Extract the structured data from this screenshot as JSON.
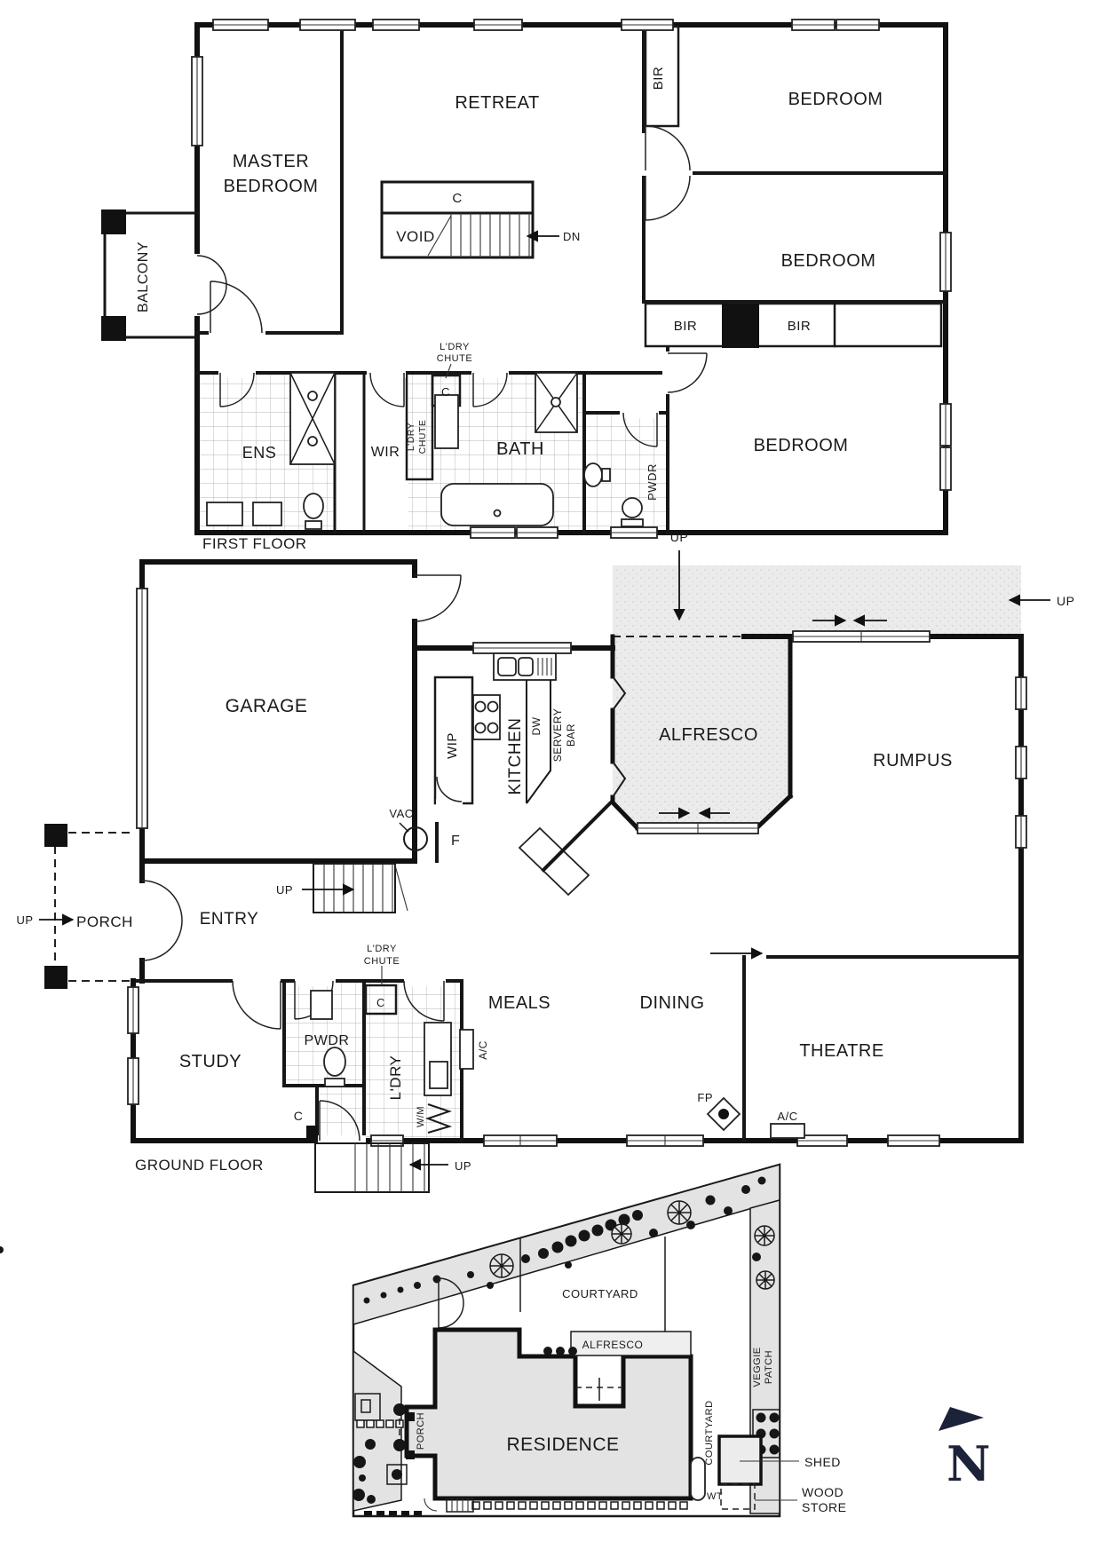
{
  "document": {
    "kind": "residential floor plan drawing"
  },
  "first_floor": {
    "section_label": "FIRST FLOOR",
    "master_bedroom_line1": "MASTER",
    "master_bedroom_line2": "BEDROOM",
    "retreat": "RETREAT",
    "bedroom": "BEDROOM",
    "bir": "BIR",
    "balcony": "BALCONY",
    "void": "VOID",
    "cupboard": "C",
    "down": "DN",
    "laundry_chute_line1": "L'DRY",
    "laundry_chute_line2": "CHUTE",
    "ensuite": "ENS",
    "wir": "WIR",
    "bath": "BATH",
    "powder": "PWDR"
  },
  "ground_floor": {
    "section_label": "GROUND FLOOR",
    "garage": "GARAGE",
    "wip": "WIP",
    "kitchen": "KITCHEN",
    "dishwasher": "DW",
    "servery_line1": "SERVERY",
    "servery_line2": "BAR",
    "alfresco": "ALFRESCO",
    "rumpus": "RUMPUS",
    "up": "UP",
    "vacuum": "VAC",
    "fridge": "F",
    "porch": "PORCH",
    "entry": "ENTRY",
    "study": "STUDY",
    "powder": "PWDR",
    "laundry": "L'DRY",
    "laundry_chute_line1": "L'DRY",
    "laundry_chute_line2": "CHUTE",
    "cupboard": "C",
    "aircon": "A/C",
    "washing_machine": "W/M",
    "meals": "MEALS",
    "dining": "DINING",
    "theatre": "THEATRE",
    "fireplace": "FP"
  },
  "site_plan": {
    "courtyard": "COURTYARD",
    "alfresco": "ALFRESCO",
    "residence": "RESIDENCE",
    "porch": "PORCH",
    "veggie_line1": "VEGGIE",
    "veggie_line2": "PATCH",
    "courtyard_side": "COURTYARD",
    "shed": "SHED",
    "water_tank": "WT",
    "wood_store_line1": "WOOD",
    "wood_store_line2": "STORE",
    "north": "N"
  },
  "colors": {
    "wall": "#111111",
    "shaded_area": "#ebebeb",
    "site_area": "#e3e3e3",
    "north_navy": "#1c2238",
    "tile_line": "#b5b5b5"
  }
}
